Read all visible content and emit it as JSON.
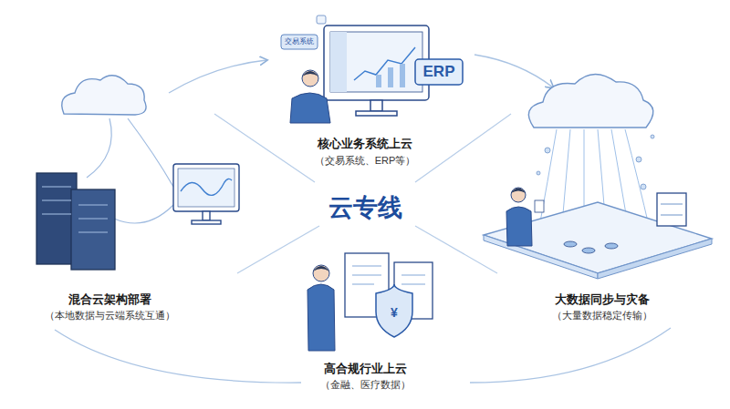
{
  "diagram": {
    "title": "云专线",
    "labels": [
      "核心业务系统上云",
      "（交易系统、ERP等）",
      "混合云架构部署",
      "（本地数据与云端系统互通）",
      "大数据同步与灾备",
      "（大量数据稳定传输）",
      "高合规行业上云",
      "（金融、医疗数据）",
      "交易系统",
      "ERP",
      "¥"
    ]
  }
}
